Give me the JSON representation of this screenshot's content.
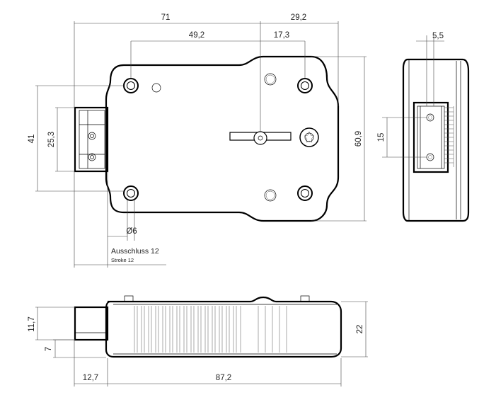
{
  "dimensions": {
    "overall_width": "71",
    "right_offset": "29,2",
    "hole_spacing": "49,2",
    "keyhole_offset": "17,3",
    "side_width": "5,5",
    "height_left": "41",
    "bolt_height": "25,3",
    "overall_height": "60,9",
    "side_hole_spacing": "15",
    "hole_diameter": "Ø6",
    "bottom_height_a": "11,7",
    "bottom_height_b": "7",
    "total_height": "22",
    "bolt_length": "12,7",
    "body_length": "87,2"
  },
  "labels": {
    "stroke_de": "Ausschluss 12",
    "stroke_en": "Stroke 12"
  }
}
